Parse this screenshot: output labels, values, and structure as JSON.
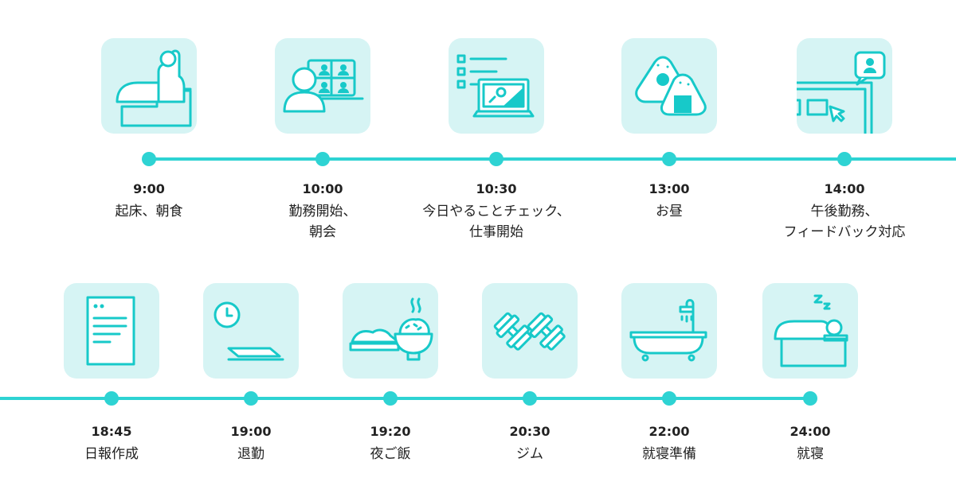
{
  "colors": {
    "accent": "#2ed3d3",
    "tile": "#d6f4f4",
    "text": "#222222"
  },
  "events": [
    {
      "time": "9:00",
      "label": "起床、朝食",
      "icon": "wake-up-bed-icon"
    },
    {
      "time": "10:00",
      "label": "勤務開始、\n朝会",
      "icon": "video-meeting-icon"
    },
    {
      "time": "10:30",
      "label": "今日やることチェック、\n仕事開始",
      "icon": "checklist-laptop-icon"
    },
    {
      "time": "13:00",
      "label": "お昼",
      "icon": "rice-ball-icon"
    },
    {
      "time": "14:00",
      "label": "午後勤務、\nフィードバック対応",
      "icon": "feedback-screen-icon"
    },
    {
      "time": "18:45",
      "label": "日報作成",
      "icon": "daily-report-document-icon"
    },
    {
      "time": "19:00",
      "label": "退勤",
      "icon": "clock-closed-laptop-icon"
    },
    {
      "time": "19:20",
      "label": "夜ご飯",
      "icon": "dinner-rice-bowl-icon"
    },
    {
      "time": "20:30",
      "label": "ジム",
      "icon": "dumbbell-icon"
    },
    {
      "time": "22:00",
      "label": "就寝準備",
      "icon": "bathtub-shower-icon"
    },
    {
      "time": "24:00",
      "label": "就寝",
      "icon": "sleeping-bed-icon"
    }
  ]
}
